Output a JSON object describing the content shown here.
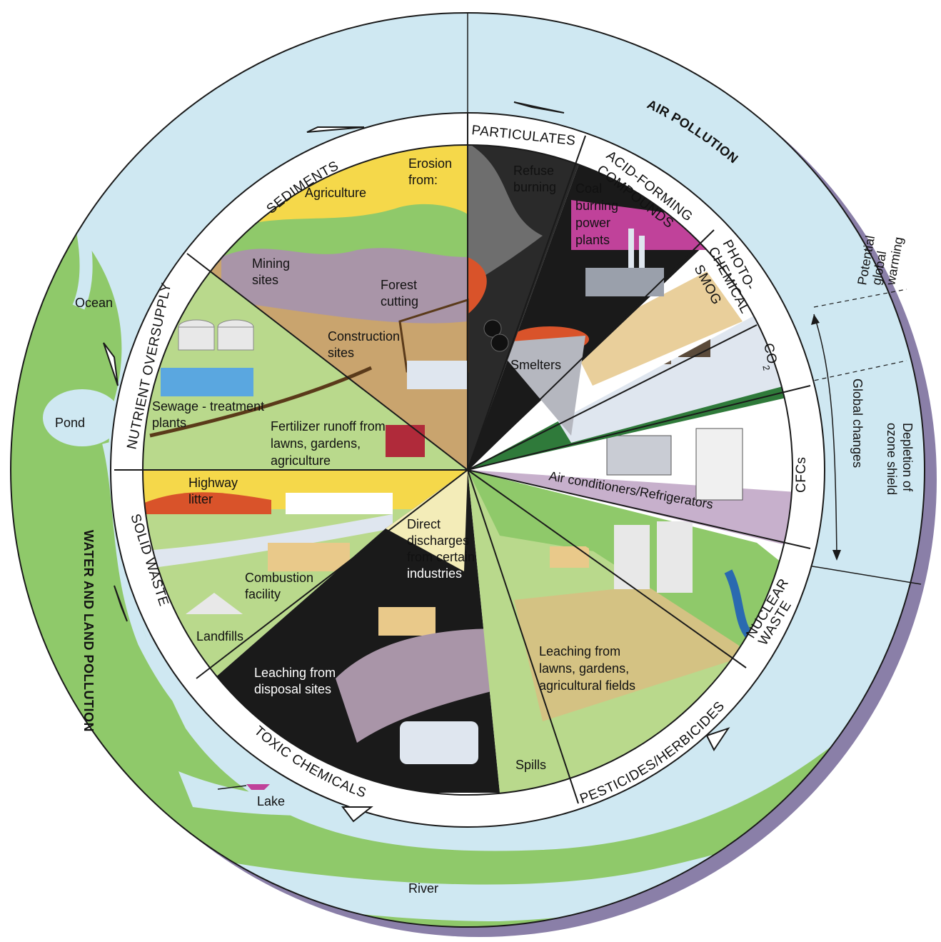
{
  "regions": {
    "air": "AIR POLLUTION",
    "water_land": "WATER AND LAND POLLUTION"
  },
  "water_bodies": {
    "ocean": "Ocean",
    "pond": "Pond",
    "lake": "Lake",
    "river": "River"
  },
  "categories": {
    "particulates": "PARTICULATES",
    "acid_line1": "ACID-FORMING",
    "acid_line2": "COMPOUNDS",
    "smog_line1": "PHOTO-",
    "smog_line2": "CHEMICAL",
    "smog_line3": "SMOG",
    "co2": "CO",
    "co2_sub": "2",
    "cfcs": "CFCs",
    "nuclear_line1": "NUCLEAR",
    "nuclear_line2": "WASTE",
    "pesticides": "PESTICIDES/HERBICIDES",
    "toxic": "TOXIC CHEMICALS",
    "solid_waste": "SOLID WASTE",
    "nutrient": "NUTRIENT OVERSUPPLY",
    "sediments": "SEDIMENTS"
  },
  "global": {
    "warming_line1": "Potential",
    "warming_line2": "global",
    "warming_line3": "warming",
    "changes": "Global changes",
    "ozone_line1": "Depletion of",
    "ozone_line2": "ozone shield"
  },
  "sources": {
    "erosion_line1": "Erosion",
    "erosion_line2": "from:",
    "agriculture": "Agriculture",
    "mining_line1": "Mining",
    "mining_line2": "sites",
    "forest_line1": "Forest",
    "forest_line2": "cutting",
    "construction_line1": "Construction",
    "construction_line2": "sites",
    "refuse_line1": "Refuse",
    "refuse_line2": "burning",
    "coal_line1": "Coal",
    "coal_line2": "burning",
    "coal_line3": "power",
    "coal_line4": "plants",
    "smelters": "Smelters",
    "sewage_line1": "Sewage - treatment",
    "sewage_line2": "plants",
    "fertilizer_line1": "Fertilizer runoff from",
    "fertilizer_line2": "lawns, gardens,",
    "fertilizer_line3": "agriculture",
    "highway_line1": "Highway",
    "highway_line2": "litter",
    "combustion_line1": "Combustion",
    "combustion_line2": "facility",
    "landfills": "Landfills",
    "direct_line1": "Direct",
    "direct_line2": "discharges",
    "direct_line3": "from certain",
    "direct_line4": "industries",
    "leach_disposal_line1": "Leaching from",
    "leach_disposal_line2": "disposal sites",
    "leach_fields_line1": "Leaching from",
    "leach_fields_line2": "lawns, gardens,",
    "leach_fields_line3": "agricultural fields",
    "ac": "Air conditioners/Refrigerators",
    "spills": "Spills"
  },
  "colors": {
    "sky": "#cfe8f2",
    "land": "#8fc96a",
    "ring": "#ffffff",
    "shadow": "#8a7fa8",
    "dark": "#1a1a1a",
    "soil": "#c9a46e",
    "yellow": "#f5d84a",
    "magenta": "#c0429a",
    "field": "#b9d98c"
  }
}
